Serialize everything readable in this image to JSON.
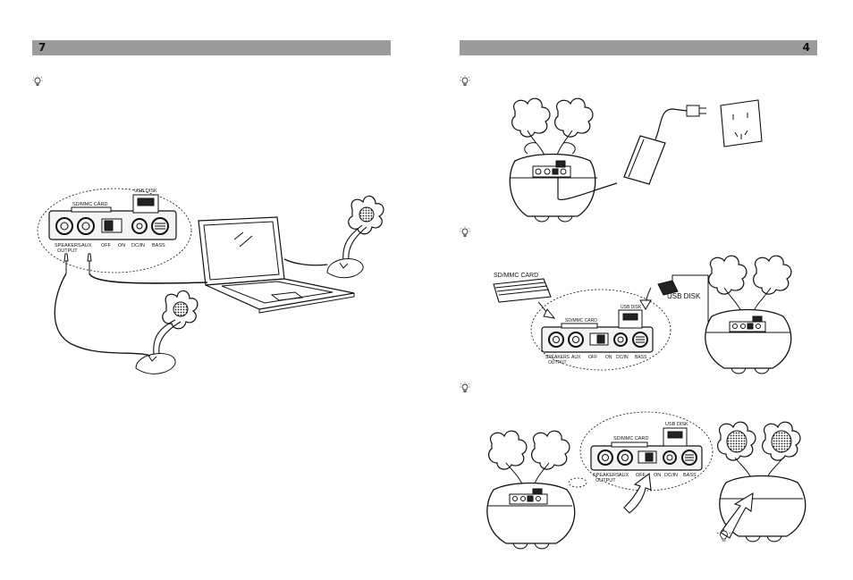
{
  "pages": {
    "left": {
      "page_number": "7"
    },
    "right": {
      "page_number": "4"
    }
  },
  "panel_labels": {
    "sd_mmc_card": "SD/MMC CARD",
    "usb_disk": "USB DISK",
    "speakers": "SPEAKERS",
    "output": "OUTPUT",
    "aux": "AUX",
    "off": "OFF",
    "on": "ON",
    "dc_in": "DC/IN",
    "bass": "BASS"
  },
  "callouts": {
    "sd_mmc_card": "SD/MMC CARD",
    "usb_disk": "USB DISK"
  },
  "icons": [
    "tip-lightbulb-icon"
  ]
}
